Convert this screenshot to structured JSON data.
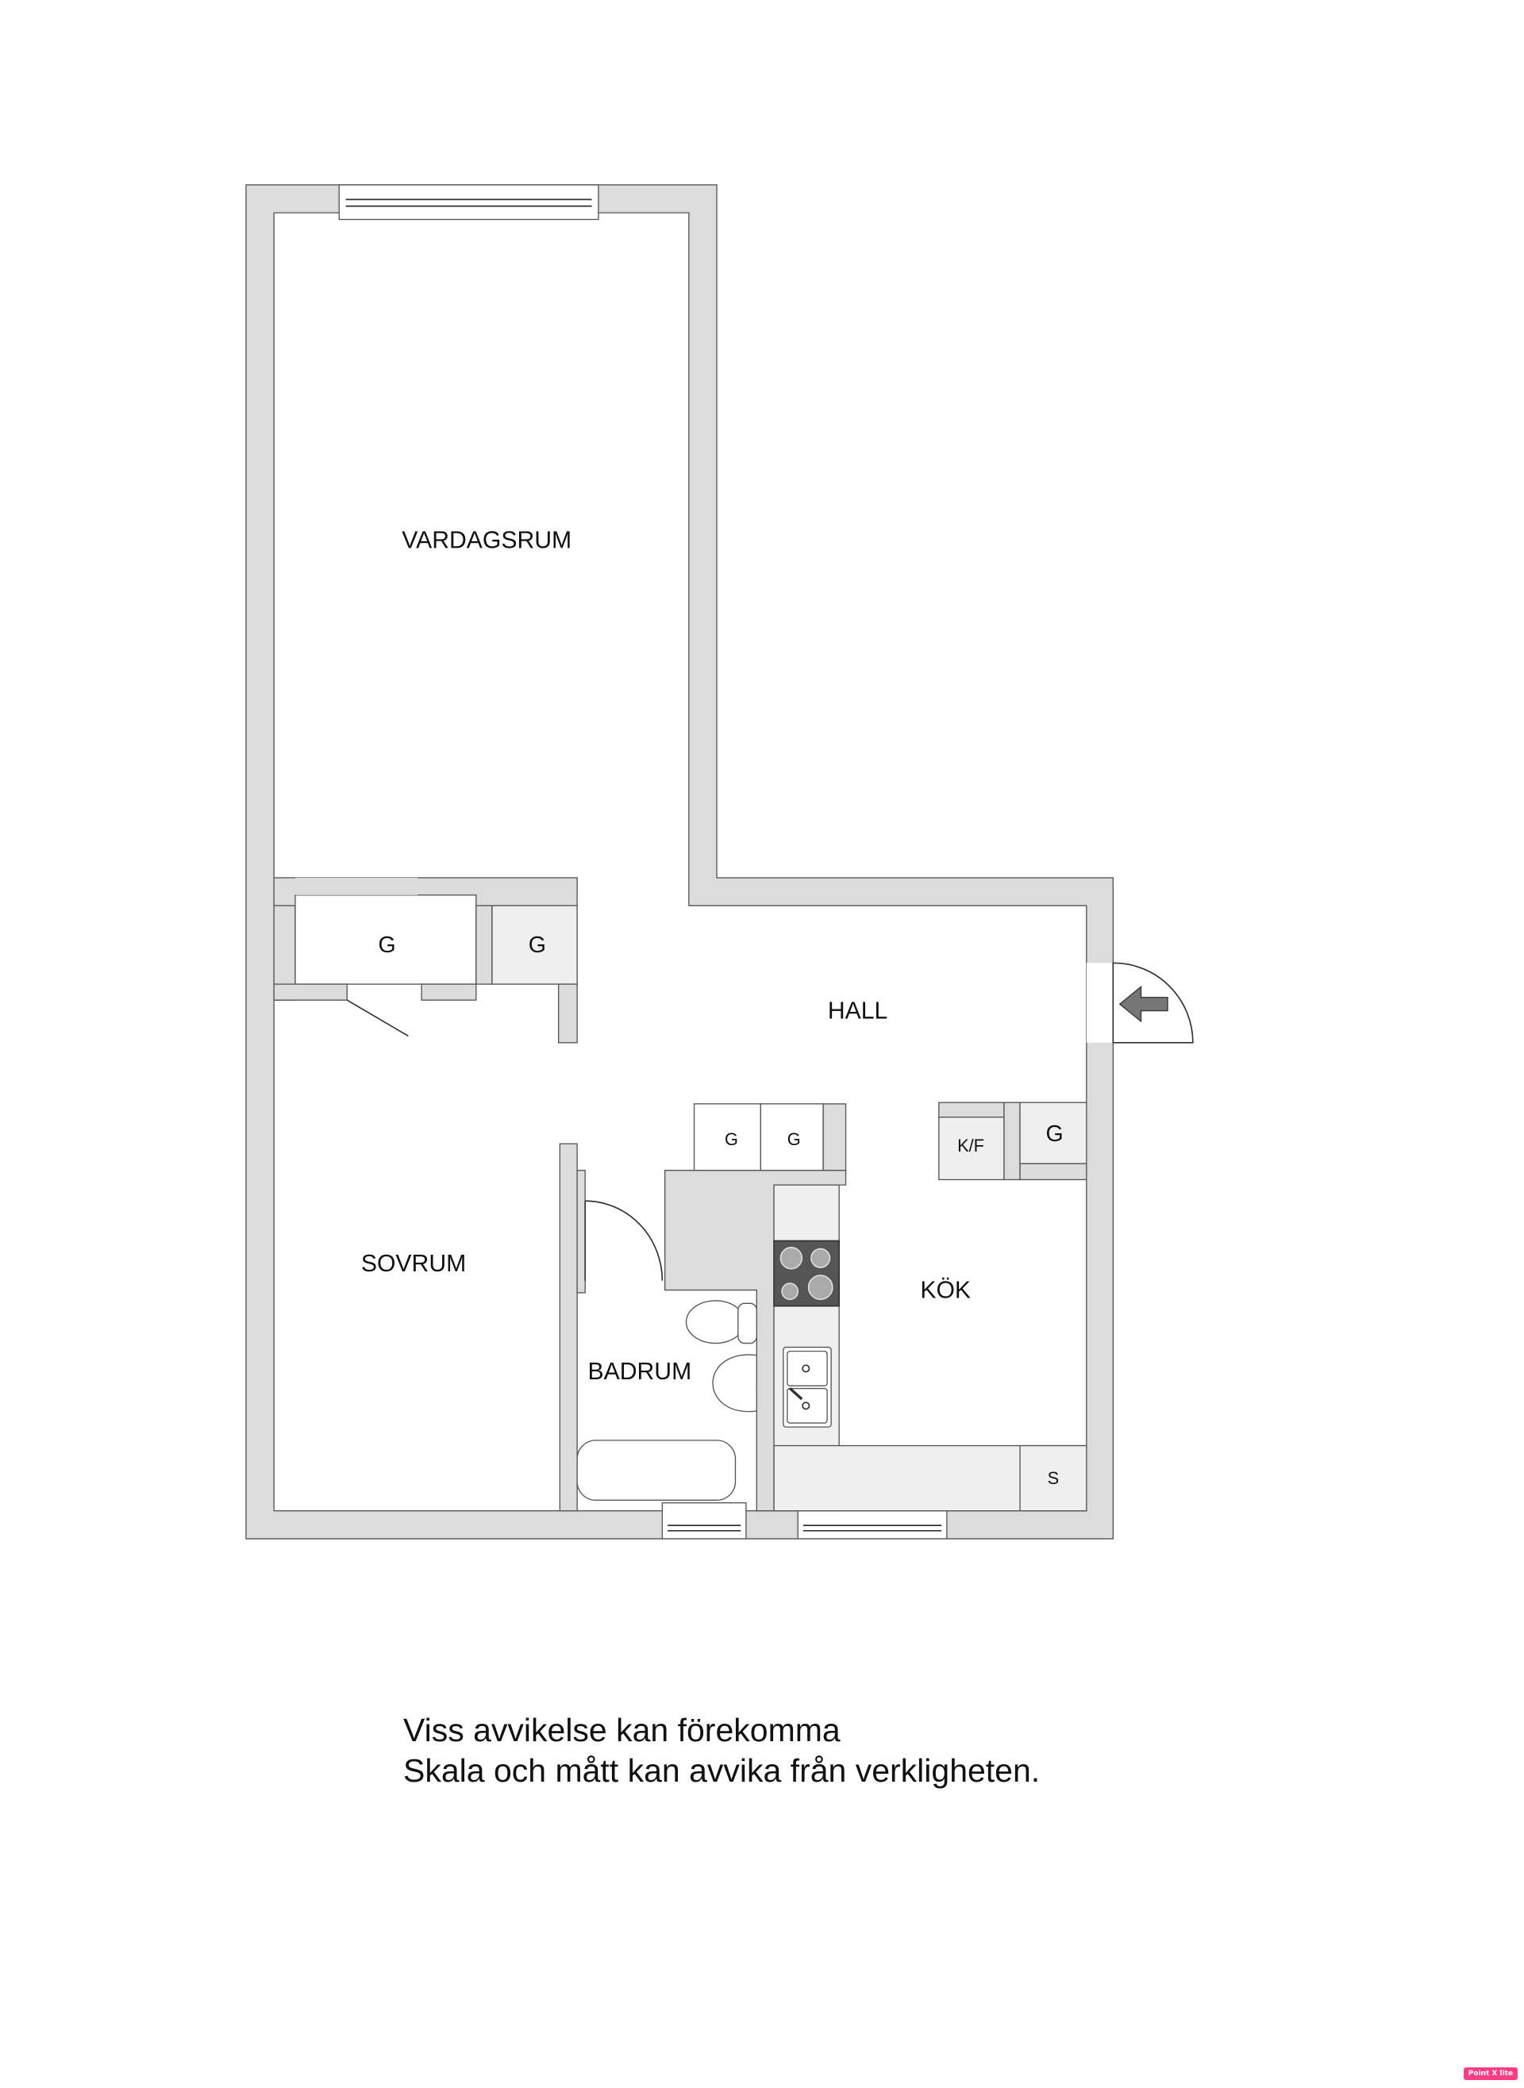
{
  "rooms": {
    "living": "VARDAGSRUM",
    "hall": "HALL",
    "bedroom": "SOVRUM",
    "bathroom": "BADRUM",
    "kitchen": "KÖK"
  },
  "fixtures": {
    "closet_1": "G",
    "closet_2": "G",
    "closet_3": "G",
    "closet_4": "G",
    "closet_5": "G",
    "fridge_freezer": "K/F",
    "cabinet_s": "S"
  },
  "entrance_icon": "arrow-left-icon",
  "colors": {
    "wall": "#dcdcdc",
    "stove": "#555555",
    "logo": "#ff3d85"
  },
  "disclaimer": {
    "line1": "Viss avvikelse kan förekomma",
    "line2": "Skala och mått kan avvika från verkligheten."
  },
  "logo": "Point X lite"
}
